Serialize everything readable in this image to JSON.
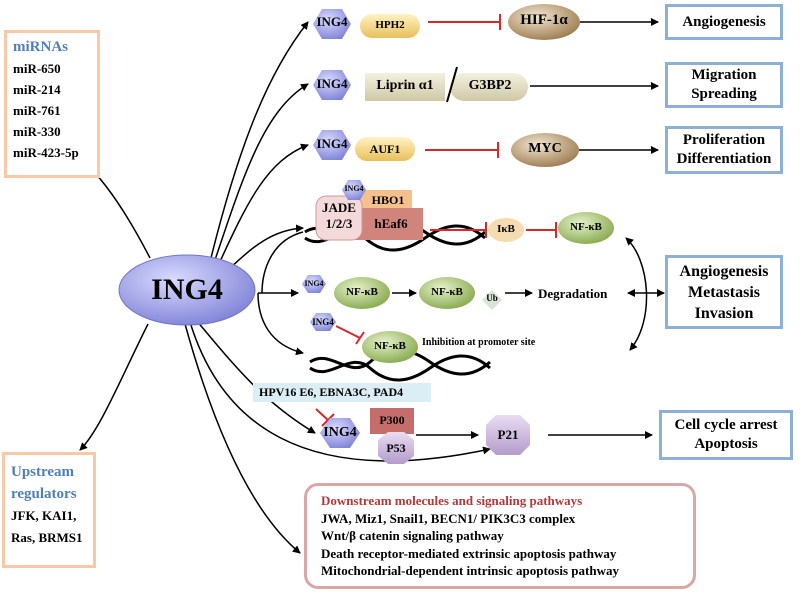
{
  "center": {
    "label": "ING4"
  },
  "mirnas": {
    "title": "miRNAs",
    "items": [
      "miR-650",
      "miR-214",
      "miR-761",
      "miR-330",
      "miR-423-5p"
    ]
  },
  "upstream": {
    "title_line1": "Upstream",
    "title_line2": "regulators",
    "items_line1": "JFK, KAI1,",
    "items_line2": "Ras, BRMS1"
  },
  "rows": {
    "hph2": {
      "ing4": "ING4",
      "partner": "HPH2",
      "target": "HIF-1α",
      "outcome": "Angiogenesis"
    },
    "liprin": {
      "ing4": "ING4",
      "partner_a": "Liprin α1",
      "partner_b": "G3BP2",
      "outcome_line1": "Migration",
      "outcome_line2": "Spreading"
    },
    "auf1": {
      "ing4": "ING4",
      "partner": "AUF1",
      "target": "MYC",
      "outcome_line1": "Proliferation",
      "outcome_line2": "Differentiation"
    },
    "hbo1": {
      "ing4": "ING4",
      "hbo1": "HBO1",
      "jade_line1": "JADE",
      "jade_line2": "1/2/3",
      "heaf6": "hEaf6",
      "ikb": "IκB",
      "nfkb": "NF-κB"
    },
    "degradation": {
      "ing4": "ING4",
      "nfkb_a": "NF-κB",
      "nfkb_b": "NF-κB",
      "ub": "Ub",
      "label": "Degradation"
    },
    "promoter": {
      "ing4": "ING4",
      "nfkb": "NF-κB",
      "label": "Inhibition at promoter site"
    },
    "nfkb_outcome": {
      "line1": "Angiogenesis",
      "line2": "Metastasis",
      "line3": "Invasion"
    },
    "p53": {
      "regulators": "HPV16 E6, EBNA3C, PAD4",
      "ing4": "ING4",
      "p300": "P300",
      "p53": "P53",
      "p21": "P21",
      "outcome_line1": "Cell cycle arrest",
      "outcome_line2": "Apoptosis"
    }
  },
  "downstream": {
    "title": "Downstream molecules and signaling pathways",
    "items": [
      "JWA, Miz1, Snail1, BECN1/ PIK3C3 complex",
      "Wnt/β catenin signaling pathway",
      "Death receptor-mediated extrinsic apoptosis pathway",
      "Mitochondrial-dependent intrinsic apoptosis pathway"
    ]
  },
  "colors": {
    "ing4_fill": "#a7a9e6",
    "arrow": "#000000",
    "inhibit": "#d42a2a",
    "box_border": "#8fb0d6",
    "side_border": "#f7c9a8",
    "nfkb_fill": "#b5cf83",
    "target_fill": "#c9a77a",
    "partner_fill": "#f5d98c"
  }
}
